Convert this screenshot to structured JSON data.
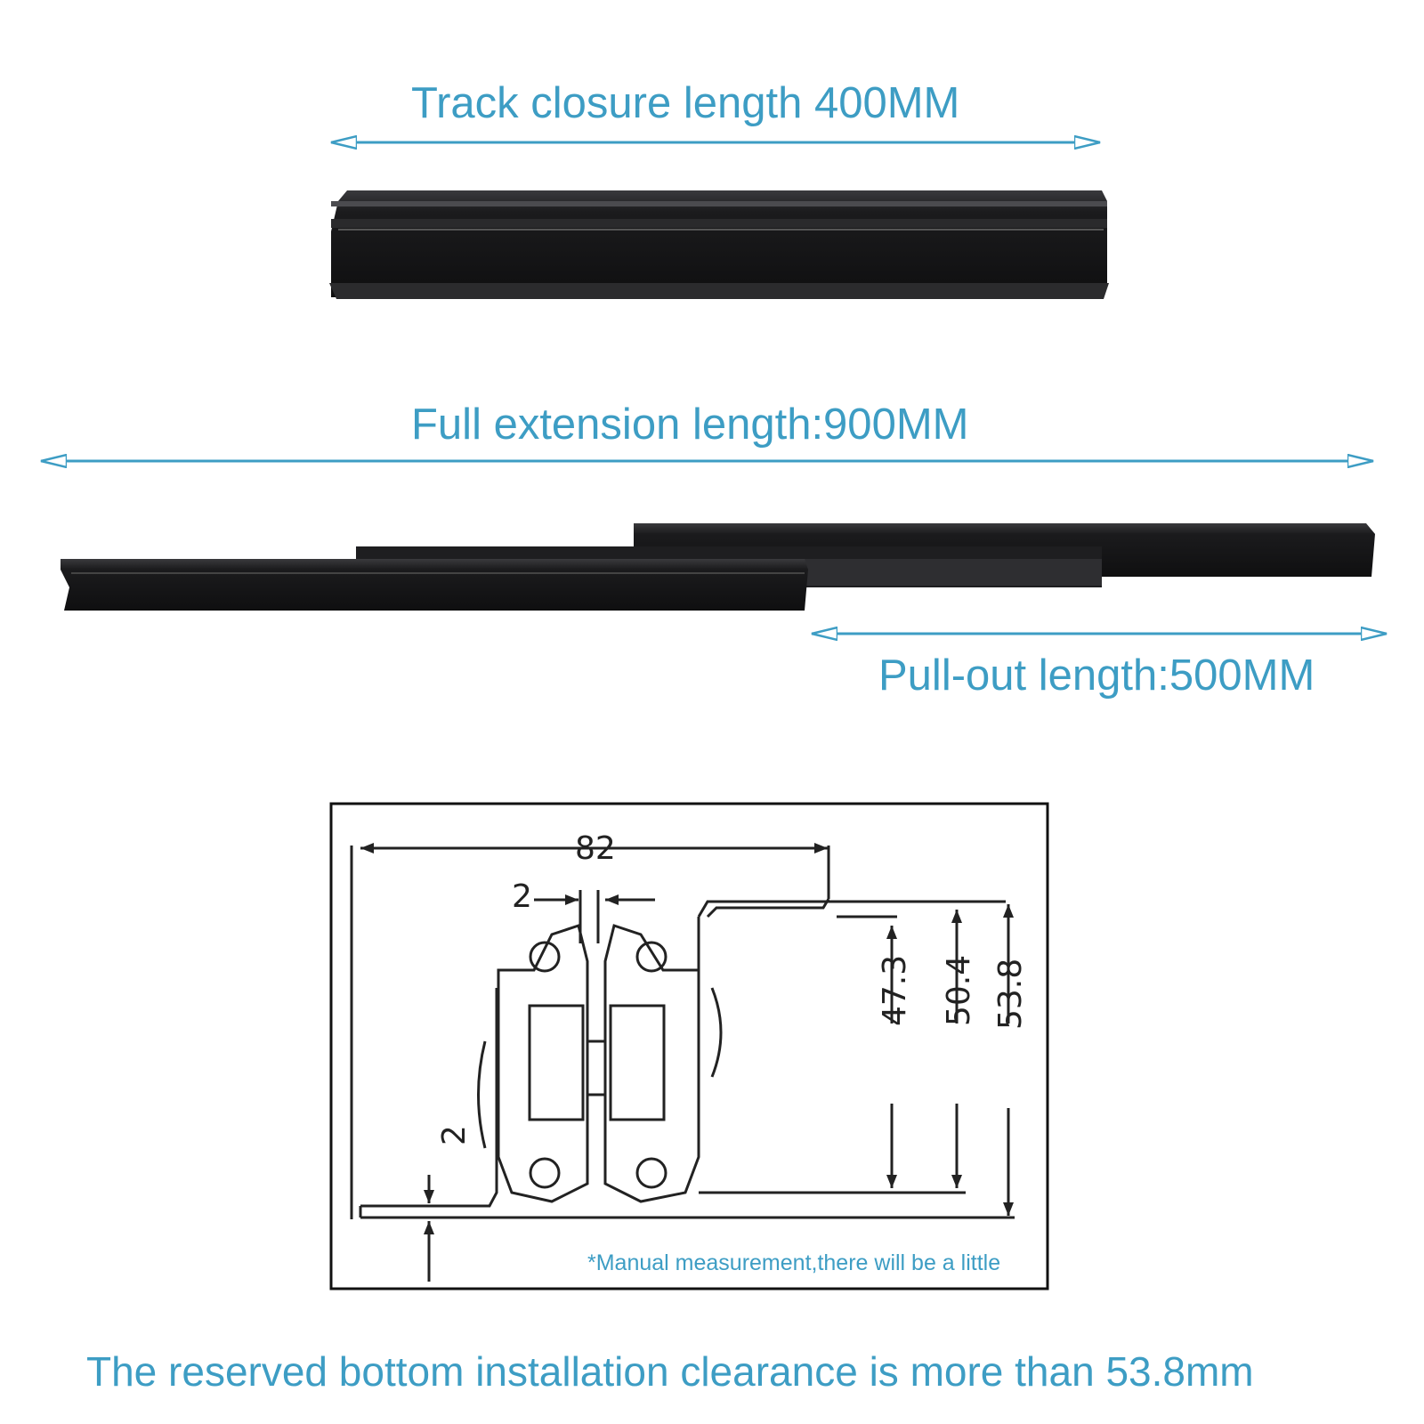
{
  "captions": {
    "closure_length": "Track closure length 400MM",
    "full_extension_length": "Full extension length:900MM",
    "pullout_length": "Pull-out length:500MM",
    "bottom_clearance": "The reserved bottom installation clearance is more than 53.8mm"
  },
  "drawing": {
    "dim_width": "82",
    "dim_gap": "2",
    "dim_height_inner": "47.3",
    "dim_height_mid": "50.4",
    "dim_height_outer": "53.8",
    "dim_base": "2",
    "note": "*Manual measurement,there will be a little"
  },
  "colors": {
    "accent": "#3d9dc4",
    "rail": "#1c1c1e",
    "line": "#222222"
  }
}
